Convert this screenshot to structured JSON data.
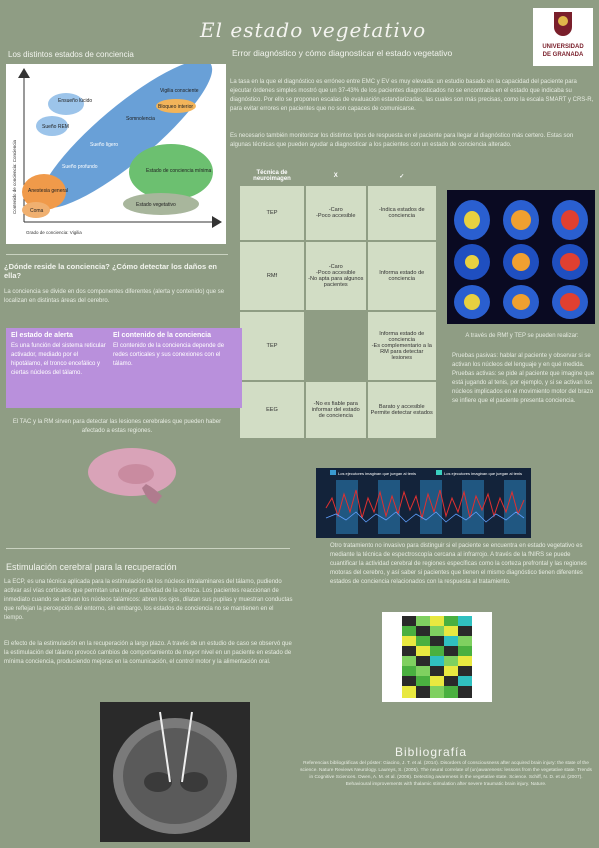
{
  "title": "El estado vegetativo",
  "logo": {
    "line1": "UNIVERSIDAD",
    "line2": "DE GRANADA"
  },
  "left_heading": "Los distintos estados de conciencia",
  "chart_data": {
    "type": "diagram",
    "ylabel": "Contenido de conciencia: Conciencia",
    "xlabel": "Grado de conciencia: Vigilia",
    "regions": [
      {
        "name": "Ensueño lúcido",
        "color": "#7fb0e0"
      },
      {
        "name": "Vigilia consciente",
        "color": "#7fb0e0"
      },
      {
        "name": "Sueño REM",
        "color": "#7fb0e0"
      },
      {
        "name": "Somnolencia",
        "color": "#5fa0dc"
      },
      {
        "name": "Bloqueo interior",
        "color": "#f2b45a"
      },
      {
        "name": "Sueño ligero",
        "color": "#3f80c8"
      },
      {
        "name": "Sueño profundo",
        "color": "#3f80c8"
      },
      {
        "name": "Estado de conciencia mínima",
        "color": "#6cc070"
      },
      {
        "name": "Anestesia general",
        "color": "#f09a4a"
      },
      {
        "name": "Coma",
        "color": "#f09a4a"
      },
      {
        "name": "Estado vegetativo",
        "color": "#a0c090"
      }
    ]
  },
  "mid_heading": "Error diagnóstico y cómo diagnosticar el estado vegetativo",
  "mid_para1": "La tasa en la que el diagnóstico es erróneo entre EMC y EV es muy elevada: un estudio basado en la capacidad del paciente para ejecutar órdenes simples mostró que un 37-43% de los pacientes diagnosticados no se encontraba en el estado que indicaba su diagnóstico. Por ello se proponen escalas de evaluación estandarizadas, las cuales son más precisas, como la escala SMART y CRS-R, para evitar errores en pacientes que no son capaces de comunicarse.",
  "mid_para2": "Es necesario también monitorizar los distintos tipos de respuesta en el paciente para llegar al diagnóstico más certero. Estas son algunas técnicas que pueden ayudar a diagnosticar a los pacientes con un estado de conciencia alterado.",
  "table": {
    "headers": [
      "Técnica de neuroimagen",
      "X",
      "✓"
    ],
    "rows": [
      {
        "tech": "TEP",
        "con": "-Caro\n-Poco accesible",
        "pro": "-Indica estados de conciencia"
      },
      {
        "tech": "RMf",
        "con": "-Caro\n-Poco accesible\n-No apta para algunos pacientes",
        "pro": "Informa estado de conciencia"
      },
      {
        "tech": "TEP",
        "con": "",
        "pro": "Informa estado de conciencia\n-Es complementario a la RM para detectar lesiones"
      },
      {
        "tech": "EEG",
        "con": "-No es fiable para informar del estado de conciencia",
        "pro": "Barato y accesible\nPermite detectar estados"
      }
    ]
  },
  "question": "¿Dónde reside la conciencia? ¿Cómo detectar los daños en ella?",
  "q_para": "La conciencia se divide en dos componentes diferentes (alerta y contenido) que se localizan en distintas áreas del cerebro.",
  "box1": {
    "title": "El estado de alerta",
    "text": "Es una función del sistema reticular activador, mediado por el hipotálamo, el tronco encefálico y ciertas núcleos del tálamo."
  },
  "box2": {
    "title": "El contenido de la conciencia",
    "text": "El contenido de la conciencia depende de redes corticales y sus conexiones con el tálamo."
  },
  "tac_text": "El TAC y la RM sirven para detectar las lesiones cerebrales que pueden haber afectado a estas regiones.",
  "mri_caption": "A través de RMf y TEP se pueden realizar:",
  "mri_text": "Pruebas pasivas: hablar al paciente y observar si se activan los núcleos del lenguaje y en qué medida. Pruebas activas: se pide al paciente que imagine que está jugando al tenis, por ejemplo, y si se activan los núcleos implicados en el movimiento motor del brazo se infiere que el paciente presenta conciencia.",
  "graph_legend": [
    "Los ejecutores imaginan que juegan al tenis",
    "Los ejecutores imaginan que juegan al tenis"
  ],
  "graph_text": "Otro tratamiento no invasivo para distinguir si el paciente se encuentra en estado vegetativo es mediante la técnica de espectroscopía cercana al infrarrojo. A través de la fNIRS se puede cuantificar la actividad cerebral de regiones específicas como la corteza prefrontal y las regiones motoras del cerebro, y así saber si pacientes que tienen el mismo diagnóstico tienen diferentes estados de conciencia relacionados con la respuesta al tratamiento.",
  "stim_heading": "Estimulación cerebral para la recuperación",
  "stim_para1": "La ECP, es una técnica aplicada para la estimulación de los núcleos intralaminares del tálamo, pudiendo activar así vías corticales que permitan una mayor actividad de la corteza. Los pacientes reaccionan de inmediato cuando se activan los núcleos talámicos: abren los ojos, dilatan sus pupilas y muestran conductas que reflejan la percepción del entorno, sin embargo, los estados de conciencia no se mantienen en el tiempo.",
  "stim_para2": "El efecto de la estimulación en la recuperación a largo plazo. A través de un estudio de caso se observó que la estimulación del tálamo provocó cambios de comportamiento de mayor nivel en un paciente en estado de mínima conciencia, produciendo mejoras en la comunicación, el control motor y la alimentación oral.",
  "bib_heading": "Bibliografía",
  "bib_text": "Referencias bibliográficas del póster: Giacino, J. T. et al. (2014). Disorders of consciousness after acquired brain injury: the state of the science. Nature Reviews Neurology. Laureys, S. (2005). The neural correlate of (un)awareness: lessons from the vegetative state. Trends in Cognitive Sciences. Owen, A. M. et al. (2006). Detecting awareness in the vegetative state. Science. Schiff, N. D. et al. (2007). Behavioural improvements with thalamic stimulation after severe traumatic brain injury. Nature."
}
